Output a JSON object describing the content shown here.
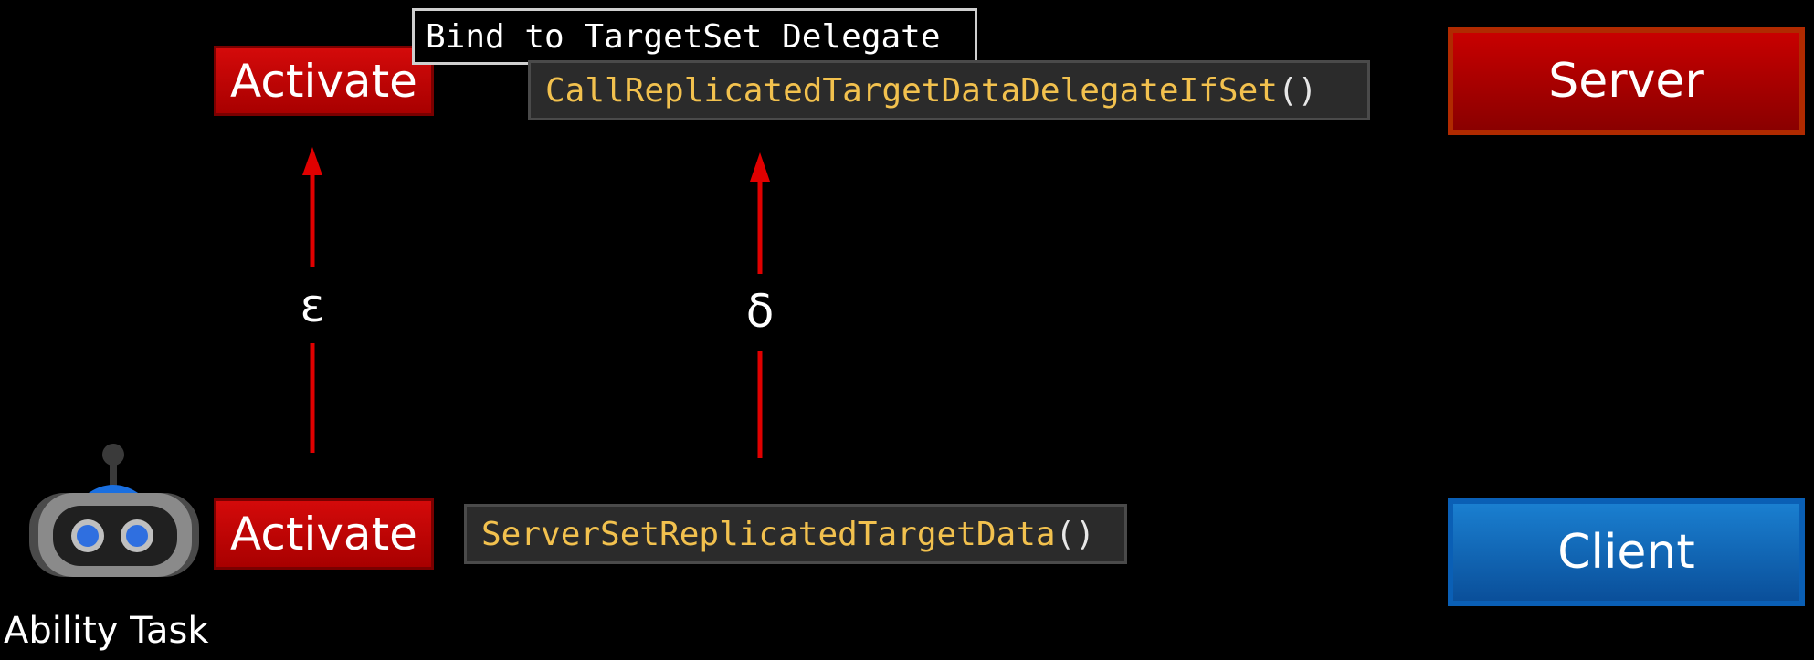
{
  "server": {
    "activate_label": "Activate",
    "bind_label": "Bind to TargetSet Delegate",
    "call_fn": "CallReplicatedTargetDataDelegateIfSet",
    "call_parens": "()",
    "role_label": "Server"
  },
  "client": {
    "activate_label": "Activate",
    "rpc_fn": "ServerSetReplicatedTargetData",
    "rpc_parens": "()",
    "role_label": "Client"
  },
  "arrows": {
    "left_symbol": "ε",
    "right_symbol": "δ"
  },
  "ability": {
    "caption": "Ability Task",
    "icon": "robot-icon"
  },
  "colors": {
    "arrow": "#e00000",
    "code_text": "#f2c14e"
  }
}
